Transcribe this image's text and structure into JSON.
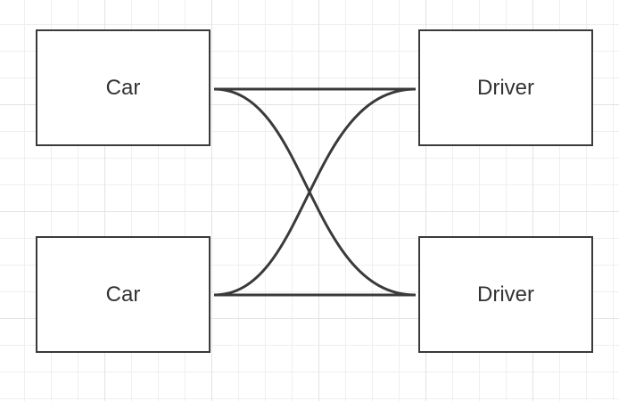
{
  "diagram": {
    "nodes": [
      {
        "id": "car-1",
        "label": "Car"
      },
      {
        "id": "driver-1",
        "label": "Driver"
      },
      {
        "id": "car-2",
        "label": "Car"
      },
      {
        "id": "driver-2",
        "label": "Driver"
      }
    ],
    "edges": [
      {
        "from": "car-1",
        "to": "driver-1",
        "arrows": "both"
      },
      {
        "from": "car-2",
        "to": "driver-2",
        "arrows": "both"
      },
      {
        "from": "car-1",
        "to": "driver-2",
        "arrows": "both"
      },
      {
        "from": "car-2",
        "to": "driver-1",
        "arrows": "both"
      }
    ],
    "colors": {
      "stroke": "#3a3a3a",
      "text": "#333333",
      "fill": "#ffffff"
    }
  }
}
